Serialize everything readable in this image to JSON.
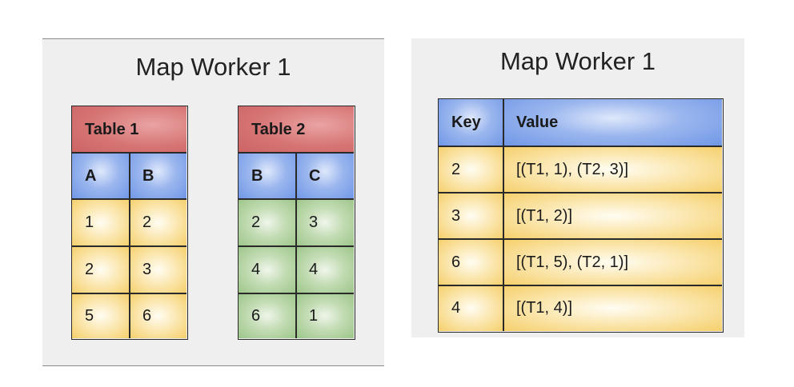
{
  "left_panel": {
    "title": "Map Worker 1",
    "table1": {
      "name": "Table 1",
      "headers": [
        "A",
        "B"
      ],
      "rows": [
        [
          "1",
          "2"
        ],
        [
          "2",
          "3"
        ],
        [
          "5",
          "6"
        ]
      ]
    },
    "table2": {
      "name": "Table 2",
      "headers": [
        "B",
        "C"
      ],
      "rows": [
        [
          "2",
          "3"
        ],
        [
          "4",
          "4"
        ],
        [
          "6",
          "1"
        ]
      ]
    }
  },
  "right_panel": {
    "title": "Map Worker 1",
    "table": {
      "headers": [
        "Key",
        "Value"
      ],
      "rows": [
        [
          "2",
          "[(T1, 1), (T2, 3)]"
        ],
        [
          "3",
          "[(T1, 2)]"
        ],
        [
          "6",
          "[(T1, 5), (T2, 1)]"
        ],
        [
          "4",
          "[(T1, 4)]"
        ]
      ]
    }
  }
}
